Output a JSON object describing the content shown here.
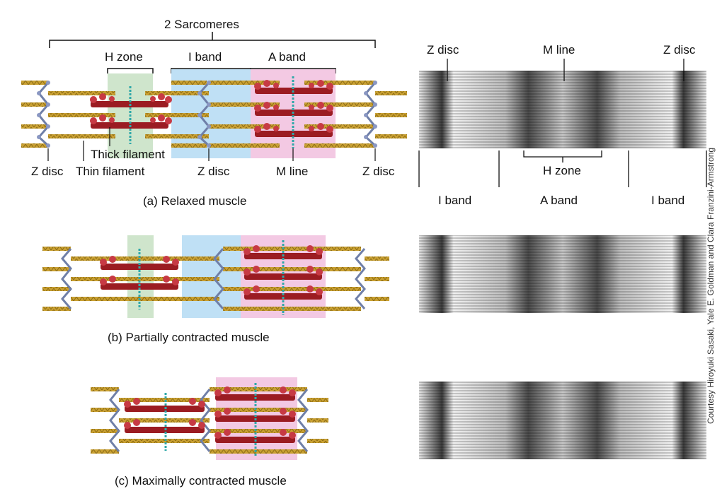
{
  "figure": {
    "top_bracket_label": "2 Sarcomeres",
    "relaxed": {
      "caption": "(a) Relaxed muscle",
      "h_zone": "H zone",
      "i_band": "I band",
      "a_band": "A band",
      "thick_filament": "Thick filament",
      "z_disc_left": "Z disc",
      "thin_filament": "Thin filament",
      "z_disc_mid": "Z disc",
      "m_line": "M line",
      "z_disc_right": "Z disc"
    },
    "partial": {
      "caption": "(b) Partially contracted muscle"
    },
    "maximal": {
      "caption": "(c) Maximally contracted muscle"
    },
    "micrograph": {
      "z_disc_left": "Z disc",
      "m_line": "M line",
      "z_disc_right": "Z disc",
      "h_zone": "H zone",
      "i_band_left": "I band",
      "a_band": "A band",
      "i_band_right": "I band"
    },
    "credit": "Courtesy Hiroyuki Sasaki, Yale E. Goldman and Clara Franzini-Armstrong"
  },
  "colors": {
    "h_zone_fill": "#cfe5cc",
    "i_band_fill": "#bfe0f5",
    "a_band_fill": "#f3c9e3",
    "thick_filament": "#9b1c22",
    "thin_filament": "#c9a032",
    "z_disc": "#6f7fa8",
    "m_line": "#2fa8a8"
  }
}
